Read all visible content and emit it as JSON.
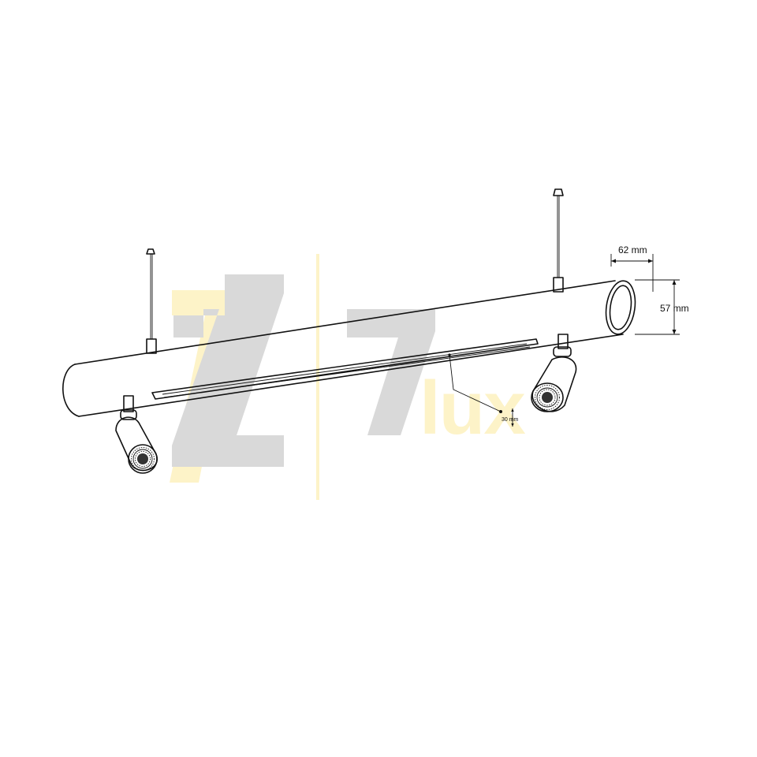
{
  "dimensions": {
    "width_label": "62 mm",
    "height_label": "57 mm",
    "slot_label": "30 mm"
  },
  "watermark": {
    "logo_text": "7lux",
    "colors": {
      "grey": "#d8d8d8",
      "yellow": "#fdf3c8"
    }
  },
  "colors": {
    "line": "#111111",
    "background": "#ffffff"
  }
}
